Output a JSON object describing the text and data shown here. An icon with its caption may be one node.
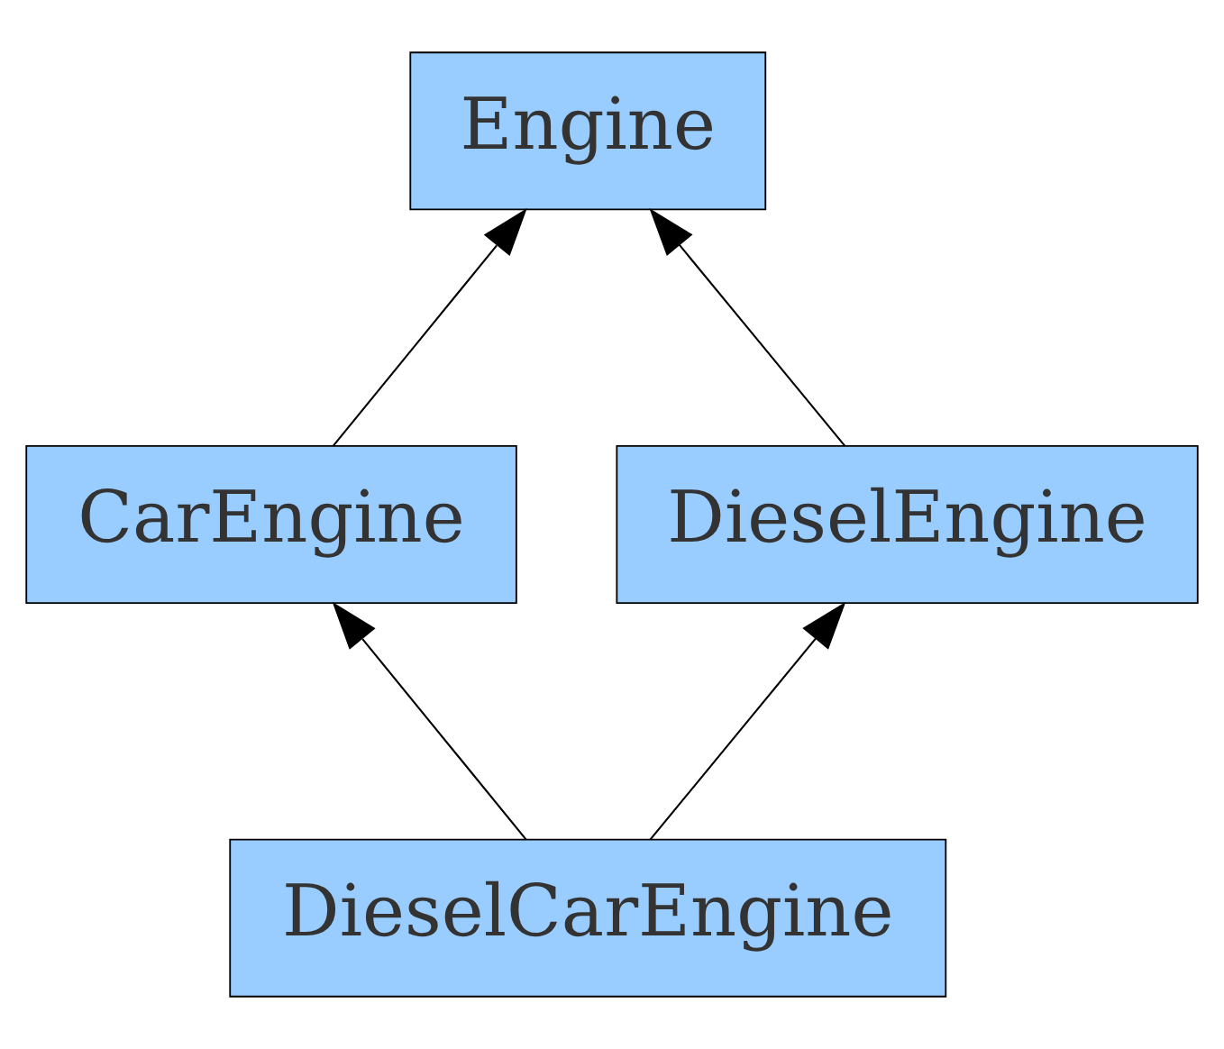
{
  "diagram": {
    "nodes": [
      {
        "text": [
          "Engine"
        ]
      },
      {
        "text": [
          "CarEngine"
        ]
      },
      {
        "text": [
          "DieselEngine"
        ]
      },
      {
        "text": [
          "DieselCarEngine"
        ]
      }
    ],
    "edges": [
      {
        "from": 1,
        "to": 0,
        "arrow": "to"
      },
      {
        "from": 2,
        "to": 0,
        "arrow": "to"
      },
      {
        "from": 3,
        "to": 1,
        "arrow": "to"
      },
      {
        "from": 3,
        "to": 2,
        "arrow": "to"
      }
    ]
  }
}
